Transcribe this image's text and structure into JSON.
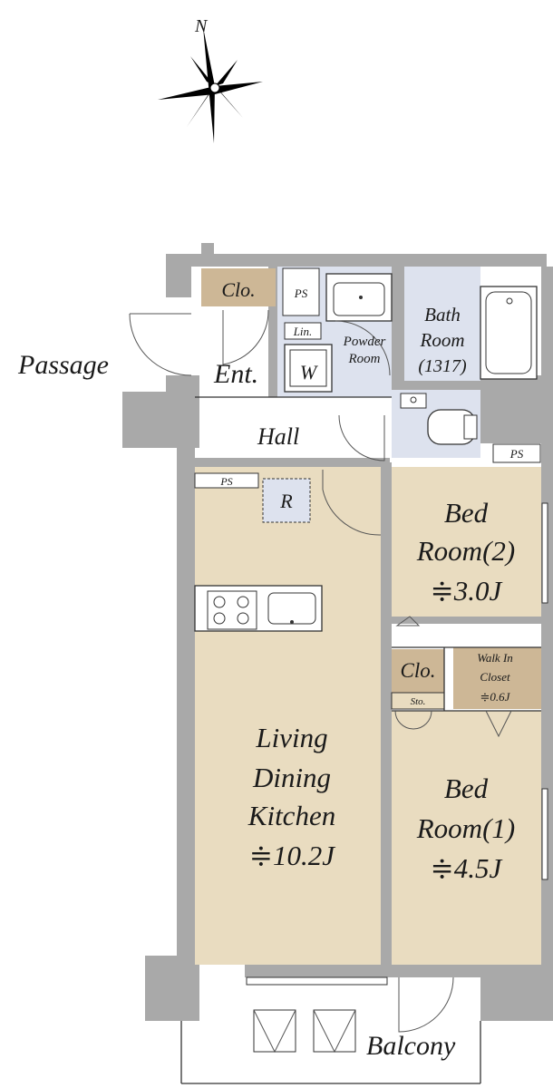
{
  "compass": {
    "north_label": "N"
  },
  "labels": {
    "passage": "Passage",
    "balcony": "Balcony",
    "entrance": "Ent.",
    "hall": "Hall",
    "closet_entry": "Clo.",
    "ps_top": "PS",
    "ps_toilet": "PS",
    "ps_kitchen": "PS",
    "linen": "Lin.",
    "washer": "W",
    "refrigerator": "R",
    "storage": "Sto.",
    "closet_bed": "Clo."
  },
  "rooms": {
    "powder": {
      "line1": "Powder",
      "line2": "Room"
    },
    "bath": {
      "line1": "Bath",
      "line2": "Room",
      "line3": "(1317)"
    },
    "bed2": {
      "line1": "Bed",
      "line2": "Room(2)",
      "line3": "≑3.0J"
    },
    "bed1": {
      "line1": "Bed",
      "line2": "Room(1)",
      "line3": "≑4.5J"
    },
    "ldk": {
      "line1": "Living",
      "line2": "Dining",
      "line3": "Kitchen",
      "line4": "≑10.2J"
    },
    "walkin": {
      "line1": "Walk In",
      "line2": "Closet",
      "line3": "≑0.6J"
    }
  },
  "colors": {
    "wall": "#a9a9a9",
    "living_floor": "#e9dcc0",
    "wet_area": "#dde2ee",
    "closet": "#cdb796"
  }
}
